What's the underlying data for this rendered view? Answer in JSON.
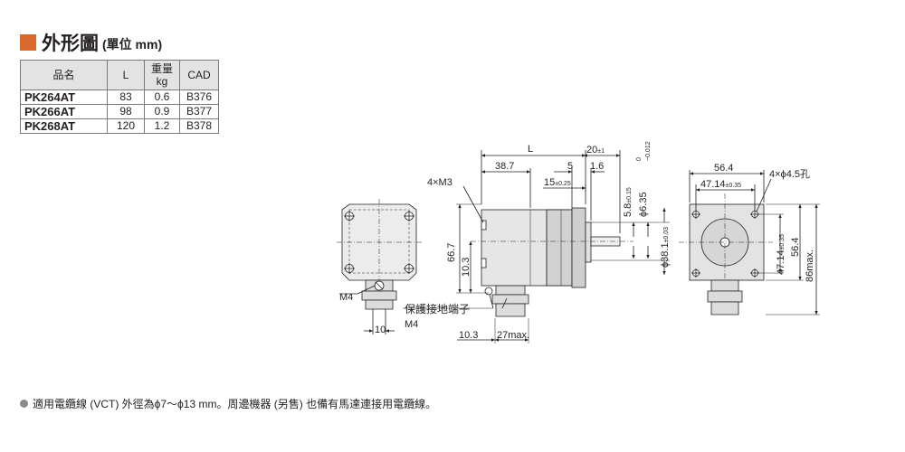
{
  "title": {
    "main": "外形圖",
    "unit": "(單位 mm)"
  },
  "table": {
    "headers": [
      "品名",
      "L",
      "重量",
      "kg",
      "CAD"
    ],
    "rows": [
      {
        "name": "PK264AT",
        "L": "83",
        "weight": "0.6",
        "cad": "B376"
      },
      {
        "name": "PK266AT",
        "L": "98",
        "weight": "0.9",
        "cad": "B377"
      },
      {
        "name": "PK268AT",
        "L": "120",
        "weight": "1.2",
        "cad": "B378"
      }
    ]
  },
  "dims": {
    "L": "L",
    "d20": "20",
    "d20_tol": "±1",
    "d38_7": "38.7",
    "d5": "5",
    "d1_6": "1.6",
    "d15": "15",
    "d15_tol": "±0.25",
    "d4m3": "4×M3",
    "d5_8": "5.8",
    "d5_8_tol": "±0.15",
    "d6_35": "ϕ6.35",
    "d6_35_tol_top": "0",
    "d6_35_tol_bot": "−0.012",
    "d38_1": "ϕ38.1",
    "d38_1_tol": "±0.03",
    "d66_7": "66.7",
    "d10_3a": "10.3",
    "d10_3b": "10.3",
    "d27": "27max.",
    "d10": "10",
    "m4a": "M4",
    "m4b": "M4",
    "ground": "保護接地端子",
    "d56_4a": "56.4",
    "d47_14a": "47.14",
    "d47_14a_tol": "±0.35",
    "d4hole": "4×ϕ4.5孔",
    "d47_14b": "47.14",
    "d47_14b_tol": "±0.35",
    "d56_4b": "56.4",
    "d86": "86max."
  },
  "note": "適用電纜線 (VCT) 外徑為ϕ7〜ϕ13 mm。周邊機器 (另售) 也備有馬達連接用電纜線。",
  "colors": {
    "accent": "#d8692a",
    "body_fill": "#dcdcdc",
    "line": "#231f20"
  }
}
